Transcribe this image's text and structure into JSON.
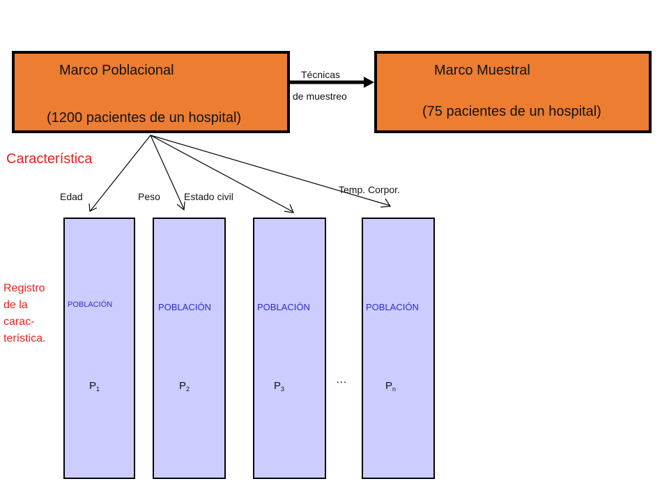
{
  "frames": {
    "poblacional": {
      "title": "Marco Poblacional",
      "detail": "(1200 pacientes de un hospital)"
    },
    "muestral": {
      "title": "Marco Muestral",
      "detail": "(75 pacientes de un hospital)"
    }
  },
  "sampling_arrow": {
    "line1": "Técnicas",
    "line2": "de muestreo"
  },
  "characteristic_heading": "Característica",
  "characteristics": [
    "Edad",
    "Peso",
    "Estado civil",
    "Temp. Corpor."
  ],
  "record_label": {
    "line1": "Registro",
    "line2": "de la",
    "line3": "carac-",
    "line4": "terística."
  },
  "populations": [
    {
      "word": "POBLACIÓN",
      "label": "P",
      "sub": "1"
    },
    {
      "word": "POBLACIÓN",
      "label": "P",
      "sub": "2"
    },
    {
      "word": "POBLACIÓN",
      "label": "P",
      "sub": "3"
    },
    {
      "word": "POBLACIÓN",
      "label": "P",
      "sub": "n"
    }
  ],
  "ellipsis": "…",
  "colors": {
    "frame_fill": "#ED7D31",
    "population_fill": "#CCCCFF",
    "population_text": "#2C2CC8",
    "highlight_red": "#E8201C"
  }
}
